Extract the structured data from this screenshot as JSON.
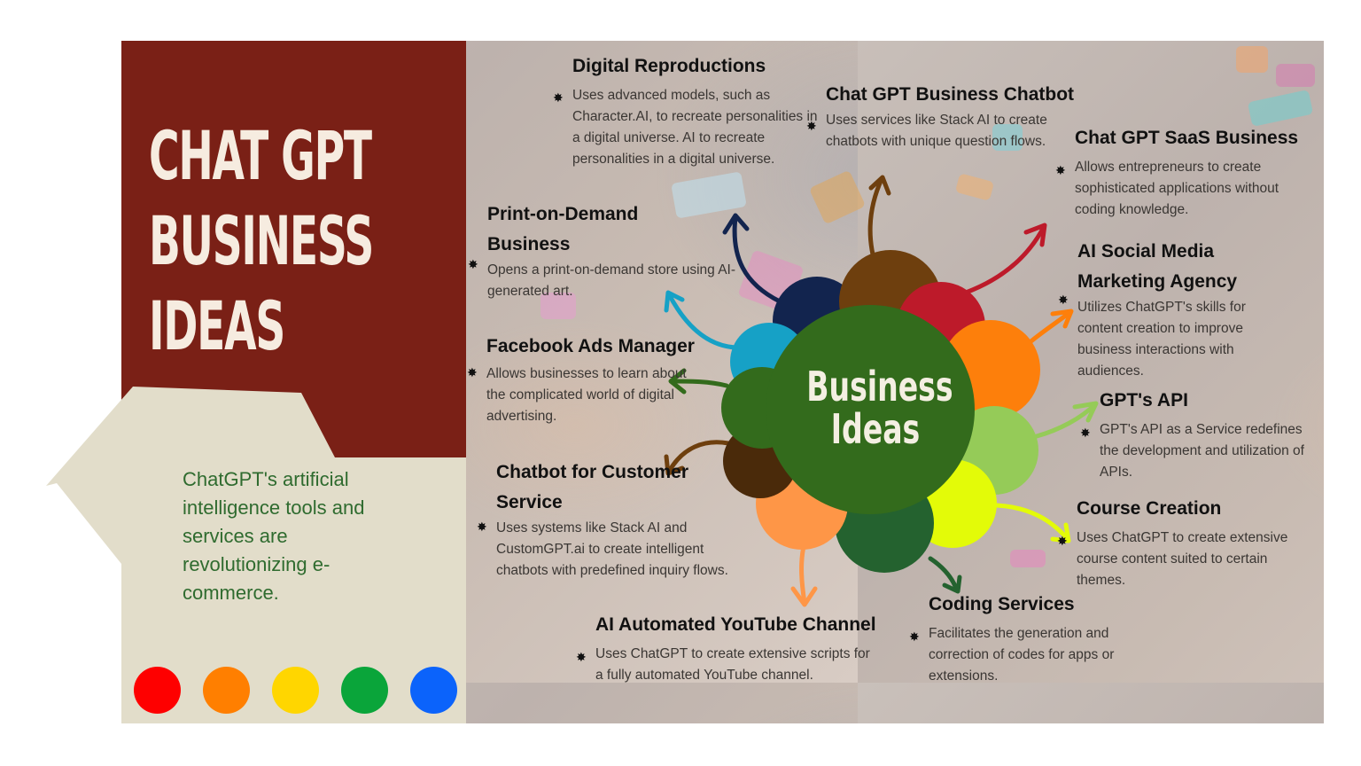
{
  "left_panel": {
    "title_lines": [
      "CHAT GPT",
      "BUSINESS",
      "IDEAS"
    ],
    "tagline": "ChatGPT's artificial intelligence tools and services are revolutionizing e-commerce.",
    "dot_colors": [
      "#fe0000",
      "#ff7f00",
      "#ffd600",
      "#0aa53a",
      "#0b63fb"
    ],
    "colors": {
      "panel_red": "#7a2016",
      "panel_beige": "#e2ddca",
      "title_text": "#f6ece0",
      "tagline_text": "#2f6b2f"
    }
  },
  "center": {
    "label_line1": "Business",
    "label_line2": "Ideas",
    "hub_color": "#336b1c",
    "petal_colors": [
      "#12244e",
      "#6e3f0e",
      "#bd1a2a",
      "#fd7f0b",
      "#95cb58",
      "#e3fb08",
      "#24622f",
      "#fe9647",
      "#4a2a0a",
      "#16a1c6",
      "#336b1c"
    ]
  },
  "ideas": [
    {
      "title": "Digital Reproductions",
      "description": "Uses advanced models, such as Character.AI, to recreate personalities in a digital universe. AI to recreate personalities in a digital universe.",
      "arrow_color": "#12244e"
    },
    {
      "title": "Chat GPT Business Chatbot",
      "description": "Uses services like Stack AI to create chatbots with unique question flows.",
      "arrow_color": "#6e3f0e"
    },
    {
      "title": "Chat GPT SaaS Business",
      "description": "Allows entrepreneurs to create sophisticated applications without coding knowledge.",
      "arrow_color": "#bd1a2a"
    },
    {
      "title": "AI Social Media Marketing Agency",
      "description": "Utilizes ChatGPT's skills for content creation to improve business interactions with audiences.",
      "arrow_color": "#fd7f0b"
    },
    {
      "title": "GPT's API",
      "description": "GPT's API as a Service redefines the development and utilization of APIs.",
      "arrow_color": "#95cb58"
    },
    {
      "title": "Course Creation",
      "description": "Uses ChatGPT to create extensive course content suited to certain themes.",
      "arrow_color": "#e3fb08"
    },
    {
      "title": "Coding Services",
      "description": "Facilitates the generation and correction of codes for apps or extensions.",
      "arrow_color": "#24622f"
    },
    {
      "title": "AI Automated YouTube Channel",
      "description": "Uses ChatGPT to create extensive scripts for a fully automated YouTube channel.",
      "arrow_color": "#fe9647"
    },
    {
      "title": "Chatbot for Customer Service",
      "description": "Uses systems like Stack AI and CustomGPT.ai to create intelligent chatbots with predefined inquiry flows.",
      "arrow_color": "#6e3f0e"
    },
    {
      "title": "Facebook Ads Manager",
      "description": "Allows businesses to learn about the complicated world of digital advertising.",
      "arrow_color": "#336b1c"
    },
    {
      "title": "Print-on-Demand Business",
      "description": "Opens a print-on-demand store using AI-generated art.",
      "arrow_color": "#16a1c6"
    }
  ],
  "bullet_glyph": "✸"
}
